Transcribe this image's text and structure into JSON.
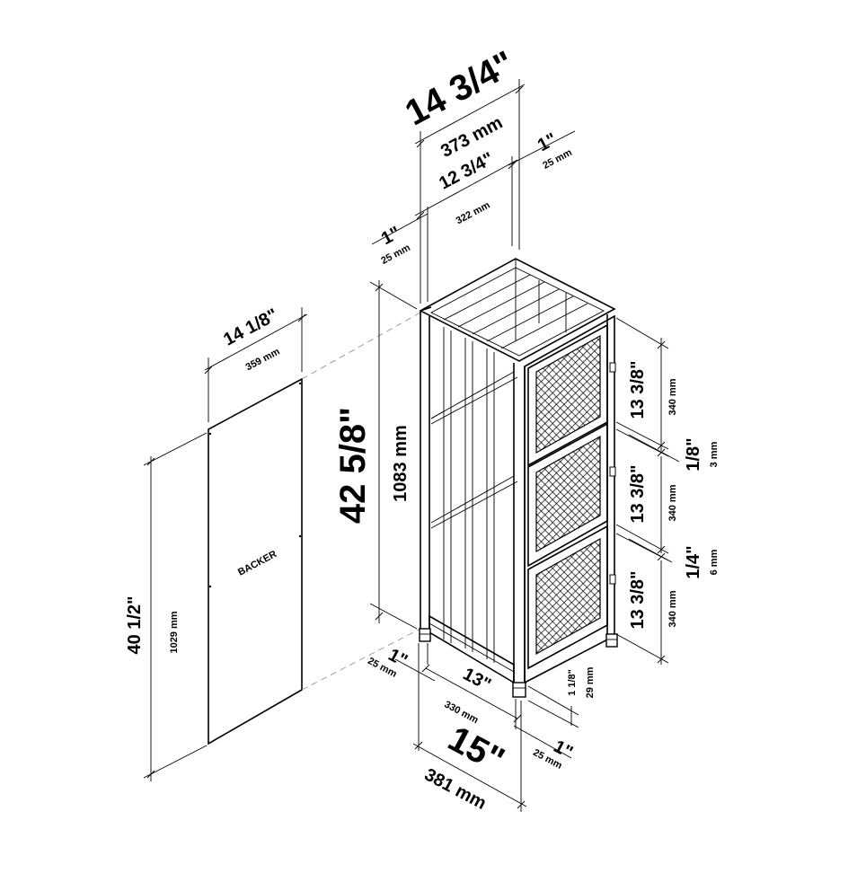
{
  "labels": {
    "backer": "BACKER",
    "overall_width_in": "14 3/4\"",
    "overall_width_mm": "373 mm",
    "inner_width_in": "12 3/4\"",
    "inner_width_mm": "322 mm",
    "top_right_offset_in": "1\"",
    "top_right_offset_mm": "25 mm",
    "top_left_offset_in": "1\"",
    "top_left_offset_mm": "25 mm",
    "backer_width_in": "14 1/8\"",
    "backer_width_mm": "359 mm",
    "backer_height_in": "40 1/2\"",
    "backer_height_mm": "1029 mm",
    "height_in": "42 5/8\"",
    "height_mm": "1083 mm",
    "door1_in": "13 3/8\"",
    "door1_mm": "340 mm",
    "gap1_in": "1/8\"",
    "gap1_mm": "3 mm",
    "door2_in": "13 3/8\"",
    "door2_mm": "340 mm",
    "gap2_in": "1/4\"",
    "gap2_mm": "6 mm",
    "door3_in": "13 3/8\"",
    "door3_mm": "340 mm",
    "leg_height_in": "1 1/8\"",
    "leg_height_mm": "29 mm",
    "bottom_left_offset_in": "1\"",
    "bottom_left_offset_mm": "25 mm",
    "inner_depth_in": "13\"",
    "inner_depth_mm": "330 mm",
    "depth_in": "15\"",
    "depth_mm": "381 mm",
    "bottom_right_offset_in": "1\"",
    "bottom_right_offset_mm": "25 mm"
  }
}
